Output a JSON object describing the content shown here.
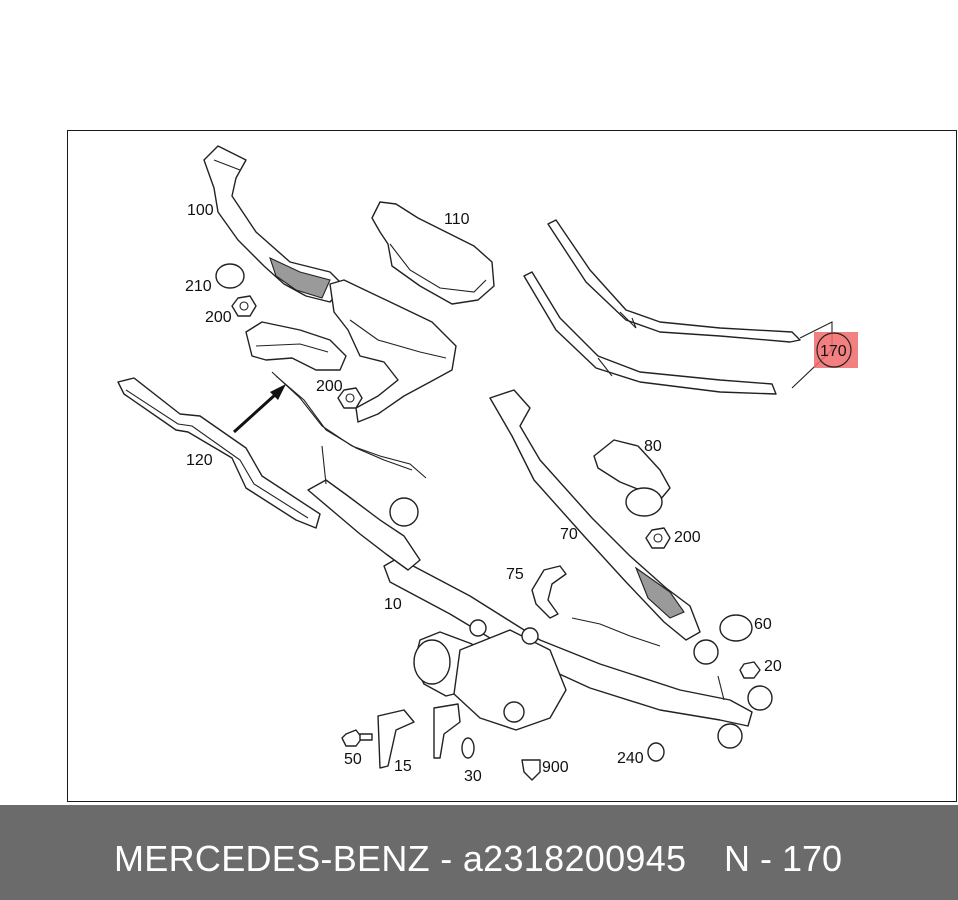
{
  "diagram": {
    "highlight_color": "#f06a6a",
    "highlighted_part": "170",
    "labels": {
      "p100": "100",
      "p110": "110",
      "p210": "210",
      "p200a": "200",
      "p200b": "200",
      "p200c": "200",
      "p120": "120",
      "p170": "170",
      "p80": "80",
      "p70": "70",
      "p75": "75",
      "p10": "10",
      "p60": "60",
      "p20": "20",
      "p50": "50",
      "p15": "15",
      "p30": "30",
      "p900": "900",
      "p240": "240"
    }
  },
  "footer": {
    "brand": "MERCEDES-BENZ",
    "separator": " - ",
    "part_number": "a2318200945",
    "page": "N - 170",
    "background": "#6b6b6b"
  }
}
